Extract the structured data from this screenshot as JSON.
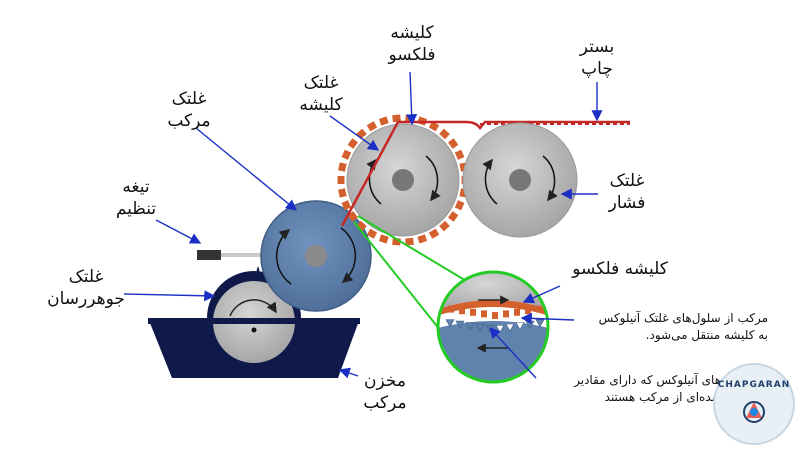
{
  "labels": {
    "flexo_plate_line1": "کلیشه",
    "flexo_plate_line2": "فلکسو",
    "substrate_line1": "بستر",
    "substrate_line2": "چاپ",
    "plate_roller_line1": "غلتک",
    "plate_roller_line2": "کلیشه",
    "anilox_roller_line1": "غلتک",
    "anilox_roller_line2": "مرکب",
    "impression_roller_line1": "غلتک",
    "impression_roller_line2": "فشار",
    "doctor_blade_line1": "تیغه",
    "doctor_blade_line2": "تنظیم",
    "fountain_roller_line1": "غلتک",
    "fountain_roller_line2": "جوهررسان",
    "ink_pan_line1": "مخزن",
    "ink_pan_line2": "مرکب",
    "zoom_plate": "کلیشه فلکسو",
    "transfer_note_line1": "مرکب از سلول‌های غلتک آنیلوکس",
    "transfer_note_line2": "به کلیشه منتقل می‌شود.",
    "cells_note_line1": "سلول‌های آنیلوکس که دارای مقادیر",
    "cells_note_line2": "کنترل‌شده‌ای از مرکب هستند"
  },
  "watermark": {
    "brand": "CHAPGARAN"
  },
  "colors": {
    "ink": "#0f1a4a",
    "anilox": "#6083ad",
    "roller_gray": "#b8b8b8",
    "plate": "#d4602e",
    "substrate": "#c62828",
    "zoom": "#22cc22",
    "arrow": "#1b2fc4"
  }
}
